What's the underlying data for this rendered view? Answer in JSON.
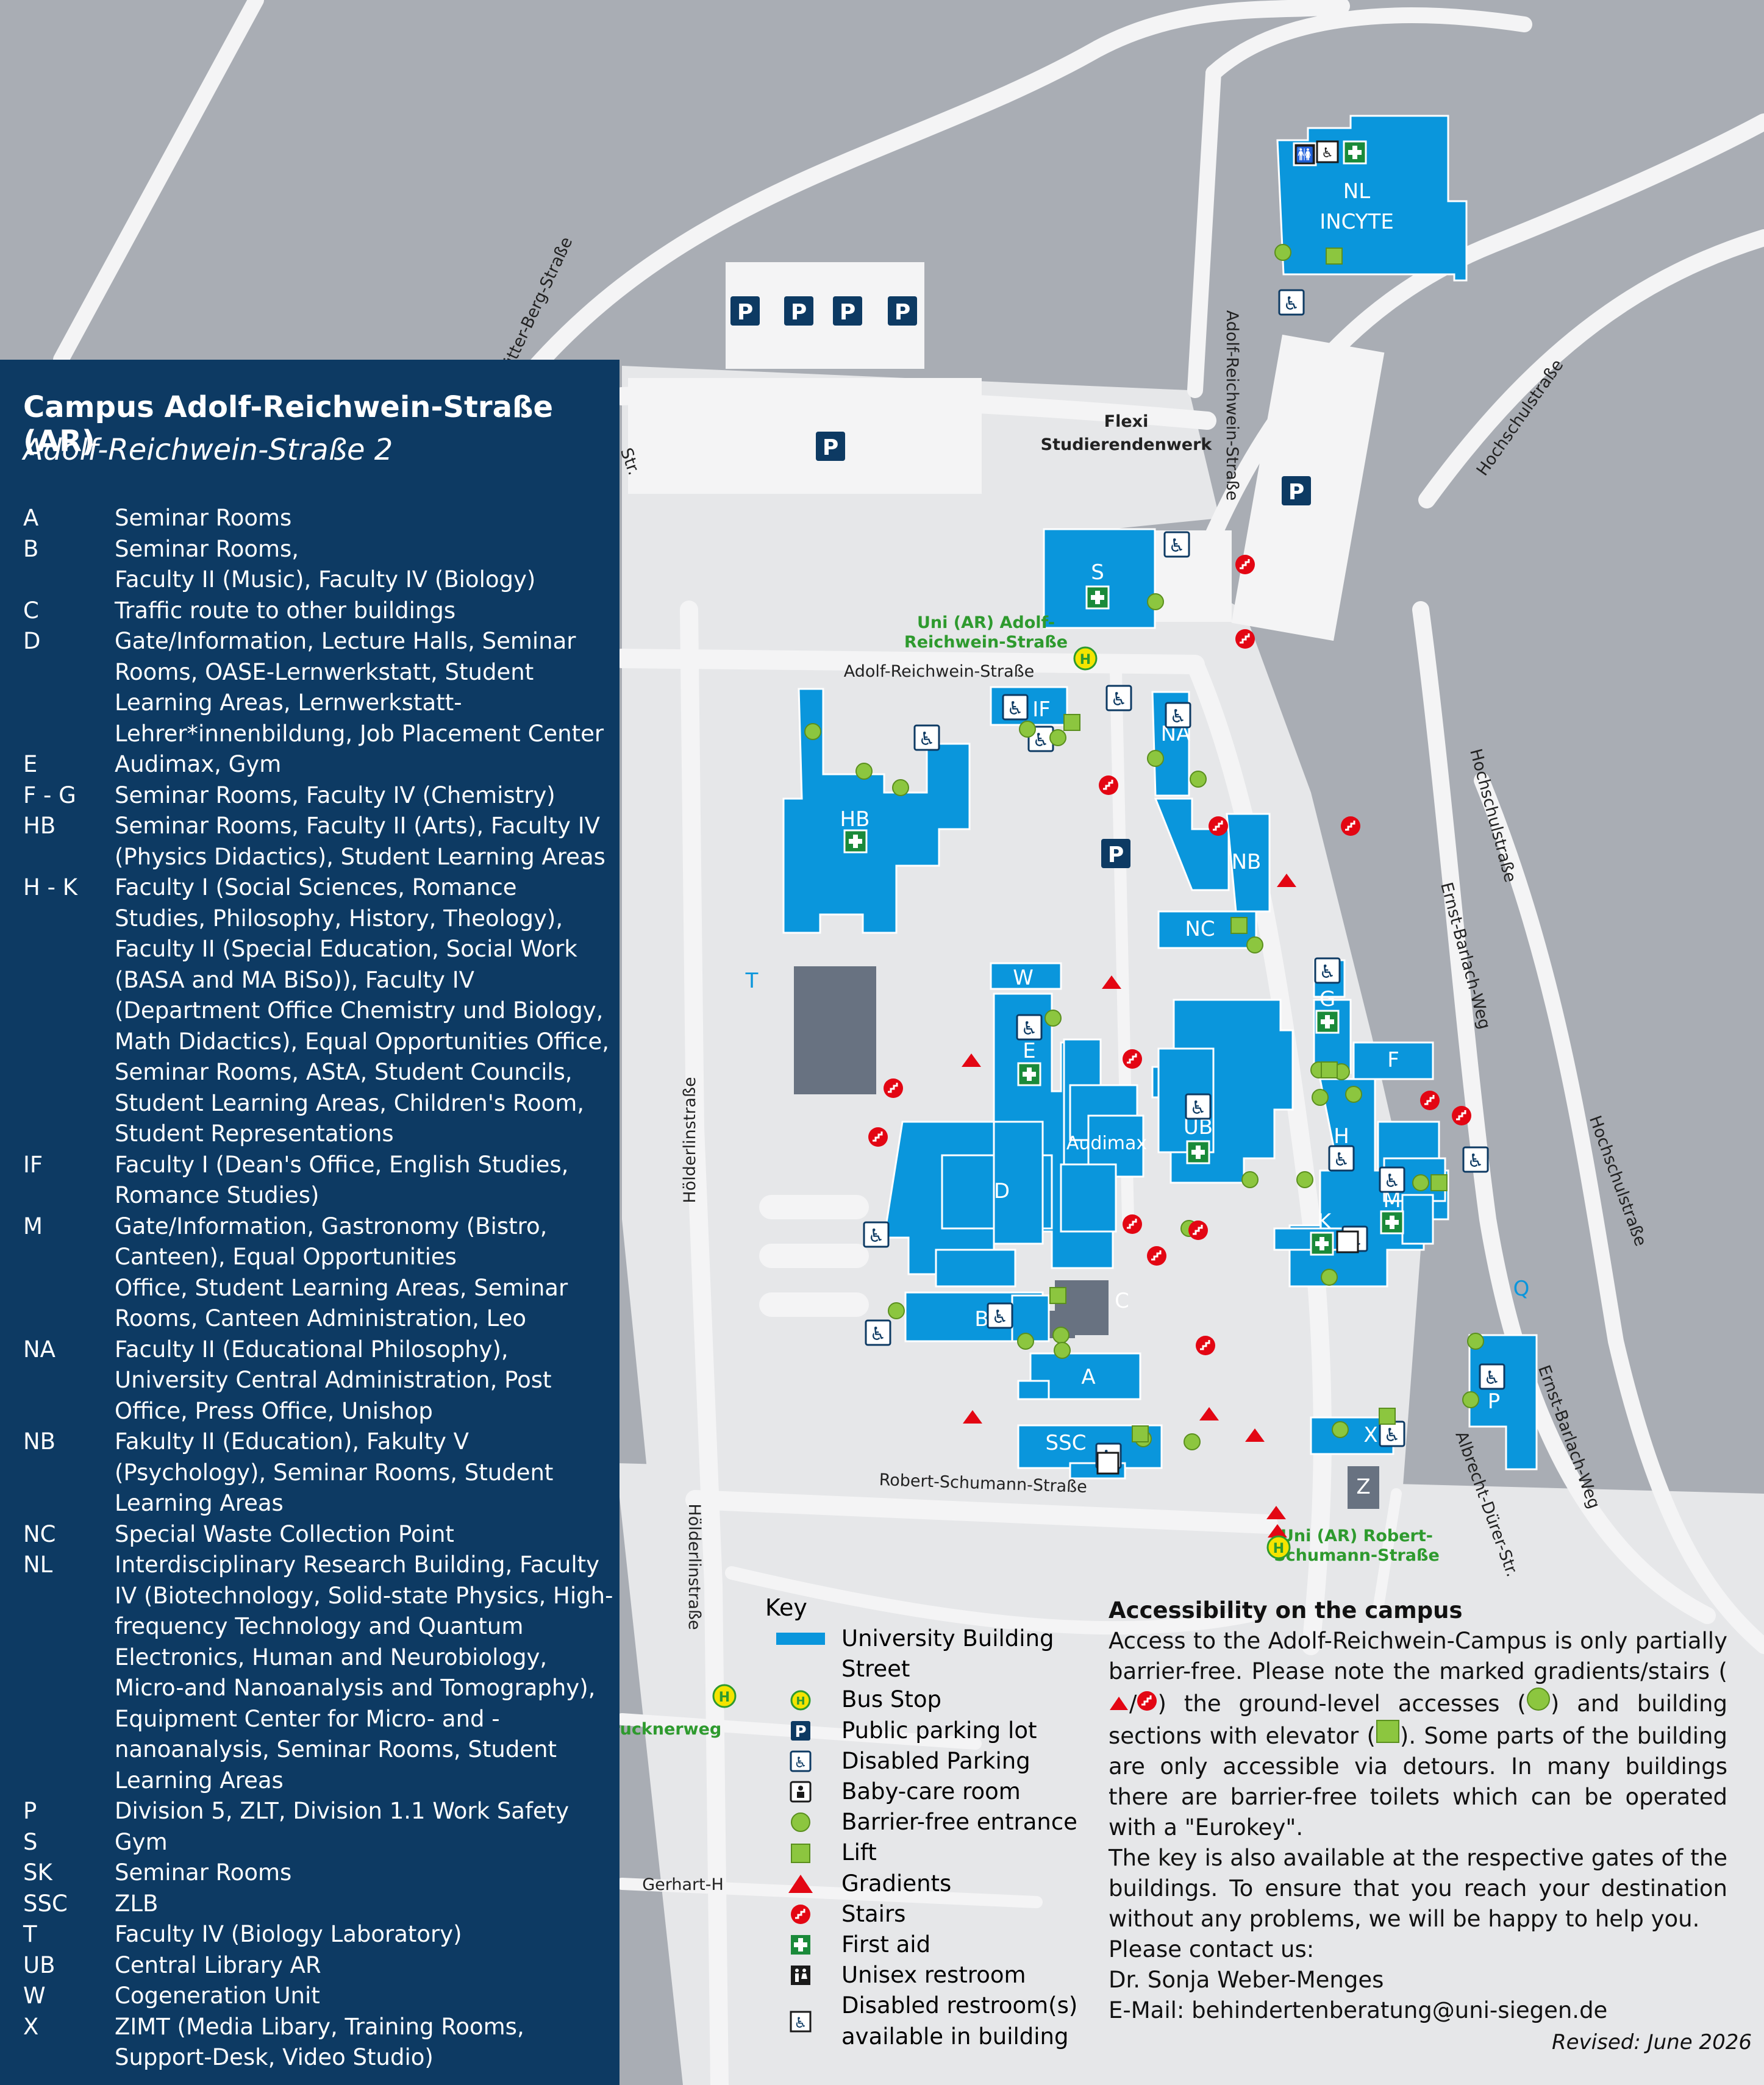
{
  "title": "Campus Adolf-Reichwein-Straße  (AR)",
  "subtitle": "Adolf-Reichwein-Straße 2",
  "buildings": [
    {
      "code": "A",
      "desc": "Seminar Rooms"
    },
    {
      "code": "B",
      "desc": "Seminar Rooms,\nFaculty II (Music), Faculty IV (Biology)"
    },
    {
      "code": "C",
      "desc": "Traffic route to other buildings"
    },
    {
      "code": "D",
      "desc": "Gate/Information, Lecture Halls, Seminar Rooms, OASE-Lernwerkstatt, Student Learning Areas, Lernwerkstatt-Lehrer*innenbildung, Job Placement Center"
    },
    {
      "code": "E",
      "desc": "Audimax, Gym"
    },
    {
      "code": "F - G",
      "desc": "Seminar Rooms, Faculty IV (Chemistry)"
    },
    {
      "code": "HB",
      "desc": "Seminar Rooms, Faculty II (Arts), Faculty IV (Physics Didactics), Student Learning Areas"
    },
    {
      "code": "H - K",
      "desc": "Faculty I (Social Sciences, Romance Studies, Philosophy, History, Theology),\nFaculty II (Special Education, Social Work (BASA and MA BiSo)), Faculty IV (Department Office Chemistry und Biology, Math Didactics), Equal Opportunities Office, Seminar Rooms, AStA, Student Councils, Student Learning Areas, Children's Room, Student Representations"
    },
    {
      "code": "IF",
      "desc": "Faculty I (Dean's Office, English Studies, Romance Studies)"
    },
    {
      "code": "M",
      "desc": "Gate/Information, Gastronomy (Bistro, Canteen), Equal Opportunities\nOffice, Student Learning Areas, Seminar Rooms, Canteen Administration, Leo"
    },
    {
      "code": "NA",
      "desc": "Faculty II (Educational Philosophy),\nUniversity Central Administration, Post Office, Press Office, Unishop"
    },
    {
      "code": "NB",
      "desc": "Fakulty II (Education), Fakulty V (Psychology), Seminar Rooms, Student Learning Areas"
    },
    {
      "code": "NC",
      "desc": "Special Waste Collection Point"
    },
    {
      "code": "NL",
      "desc": "Interdisciplinary Research Building, Faculty IV (Biotechnology, Solid-state Physics, High-frequency Technology and Quantum Electronics, Human and Neurobiology, Micro-and Nanoanalysis and Tomography), Equipment Center for Micro- and -nanoanalysis, Seminar Rooms, Student Learning Areas"
    },
    {
      "code": "P",
      "desc": "Division 5, ZLT, Division 1.1 Work Safety"
    },
    {
      "code": "S",
      "desc": "Gym"
    },
    {
      "code": "SK",
      "desc": "Seminar Rooms"
    },
    {
      "code": "SSC",
      "desc": "ZLB"
    },
    {
      "code": "T",
      "desc": "Faculty IV (Biology Laboratory)"
    },
    {
      "code": "UB",
      "desc": "Central Library AR"
    },
    {
      "code": "W",
      "desc": "Cogeneration Unit"
    },
    {
      "code": "X",
      "desc": "ZIMT (Media Libary, Training Rooms, Support-Desk, Video Studio)"
    }
  ],
  "key": {
    "title": "Key",
    "items": [
      {
        "icon": "university-building-swatch",
        "label": "University Building"
      },
      {
        "icon": "street-swatch",
        "label": "Street"
      },
      {
        "icon": "bus-stop-icon",
        "label": "Bus Stop"
      },
      {
        "icon": "parking-icon",
        "label": "Public parking lot"
      },
      {
        "icon": "disabled-parking-icon",
        "label": "Disabled Parking"
      },
      {
        "icon": "baby-care-icon",
        "label": "Baby-care room"
      },
      {
        "icon": "barrier-free-entrance-icon",
        "label": "Barrier-free entrance"
      },
      {
        "icon": "lift-icon",
        "label": "Lift"
      },
      {
        "icon": "gradient-icon",
        "label": "Gradients"
      },
      {
        "icon": "stairs-icon",
        "label": "Stairs"
      },
      {
        "icon": "first-aid-icon",
        "label": "First aid"
      },
      {
        "icon": "unisex-restroom-icon",
        "label": "Unisex restroom"
      },
      {
        "icon": "disabled-restroom-icon",
        "label": "Disabled restroom(s)\navailable in building"
      }
    ]
  },
  "accessibility": {
    "title": "Accessibility on the campus",
    "p1a": "Access to the Adolf-Reichwein-Campus is only partially barrier-free. Please note the marked gradients/stairs (",
    "p1b": "/",
    "p1c": ") the ground-level accesses (",
    "p1d": ") and building sections with elevator (",
    "p1e": "). Some parts of the building are only accessible via detours. In many buildings there are barrier-free toilets which can be operated with a \"Eurokey\".",
    "p2": "The key is also available at the respective gates of the buildings. To ensure that you reach your destination without any problems, we will be happy to help you.",
    "p3": "Please contact us:",
    "contact": "Dr. Sonja Weber-Menges",
    "email": "E-Mail: behindertenberatung@uni-siegen.de"
  },
  "revised": "Revised: June 2026",
  "map_labels": {
    "streets": {
      "adolf_reichwein_h": "Adolf-Reichwein-Straße",
      "adolf_reichwein_v": "Adolf-Reichwein-Straße",
      "hochschul_1": "Hochschulstraße",
      "hochschul_2": "Hochschulstraße",
      "hochschul_3": "Hochschulstraße",
      "ernst_barlach_1": "Ernst-Barlach-Weg",
      "ernst_barlach_2": "Ernst-Barlach-Weg",
      "albrecht_duerer": "Albrecht-Dürer-Str.",
      "robert_schumann": "Robert-Schumann-Straße",
      "hoelderlin_1": "Hölderlinstraße",
      "hoelderlin_2": "Hölderlinstraße",
      "gerhart": "Gerhart-H",
      "guetter_berg": "Gütter-Berg-Straße",
      "str_fragment": "Str."
    },
    "buildings": {
      "nl": "NL",
      "incyte": "INCYTE",
      "s": "S",
      "if": "IF",
      "na": "NA",
      "nb": "NB",
      "nc": "NC",
      "hb": "HB",
      "w": "W",
      "e": "E",
      "audimax": "Audimax",
      "ub": "UB",
      "g": "G",
      "f": "F",
      "h": "H",
      "m": "M",
      "k": "K",
      "d": "D",
      "b": "B",
      "c": "C",
      "a": "A",
      "ssc": "SSC",
      "x": "X",
      "z": "Z",
      "p": "P",
      "q": "Q",
      "t": "T"
    },
    "flexi_1": "Flexi",
    "flexi_2": "Studierendenwerk",
    "stop_ar_1": "Uni (AR) Adolf-",
    "stop_ar_2": "Reichwein-Straße",
    "stop_rs_1": "Uni (AR) Robert-",
    "stop_rs_2": "Schumann-Straße",
    "stop_bw": "Brucknerweg",
    "parking": "P",
    "bus": "H"
  },
  "colors": {
    "building": "#0a96dc",
    "street": "#f2f2f2",
    "background": "#a9adb4",
    "panel": "#0d3a63",
    "grey_building": "#687281",
    "parking": "#0d3a63",
    "entrance": "#8cc63f",
    "gradient": "#e30613",
    "bus": "#f4e400",
    "bus_text": "#2e9a2e"
  }
}
